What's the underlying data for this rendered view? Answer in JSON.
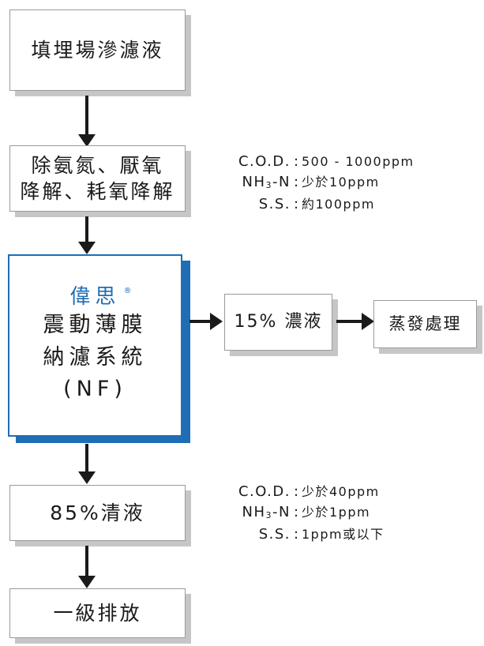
{
  "nodes": {
    "source": "填埋場滲濾液",
    "pretreat_line1": "除氨氮、厭氧",
    "pretreat_line2": "降解、耗氧降解",
    "brand": "偉思",
    "brand_mark": "®",
    "system_line1": "震動薄膜",
    "system_line2": "納濾系統",
    "system_line3": "(NF)",
    "concentrate": "15% 濃液",
    "evaporation": "蒸發處理",
    "permeate": "85%清液",
    "discharge": "一級排放"
  },
  "spec_before": [
    {
      "label": "C.O.D.",
      "value": "500 - 1000ppm"
    },
    {
      "label_main": "NH",
      "label_sub": "3",
      "label_tail": "-N",
      "value": "少於10ppm"
    },
    {
      "label": "S.S.",
      "value": "約100ppm"
    }
  ],
  "spec_after": [
    {
      "label": "C.O.D.",
      "value": "少於40ppm"
    },
    {
      "label_main": "NH",
      "label_sub": "3",
      "label_tail": "-N",
      "value": "少於1ppm"
    },
    {
      "label": "S.S.",
      "value": "1ppm或以下"
    }
  ],
  "colors": {
    "accent": "#1f6db5",
    "box_border": "#9a9a9a",
    "box_shadow": "#c6c6c6",
    "arrow": "#1a1a1a"
  }
}
